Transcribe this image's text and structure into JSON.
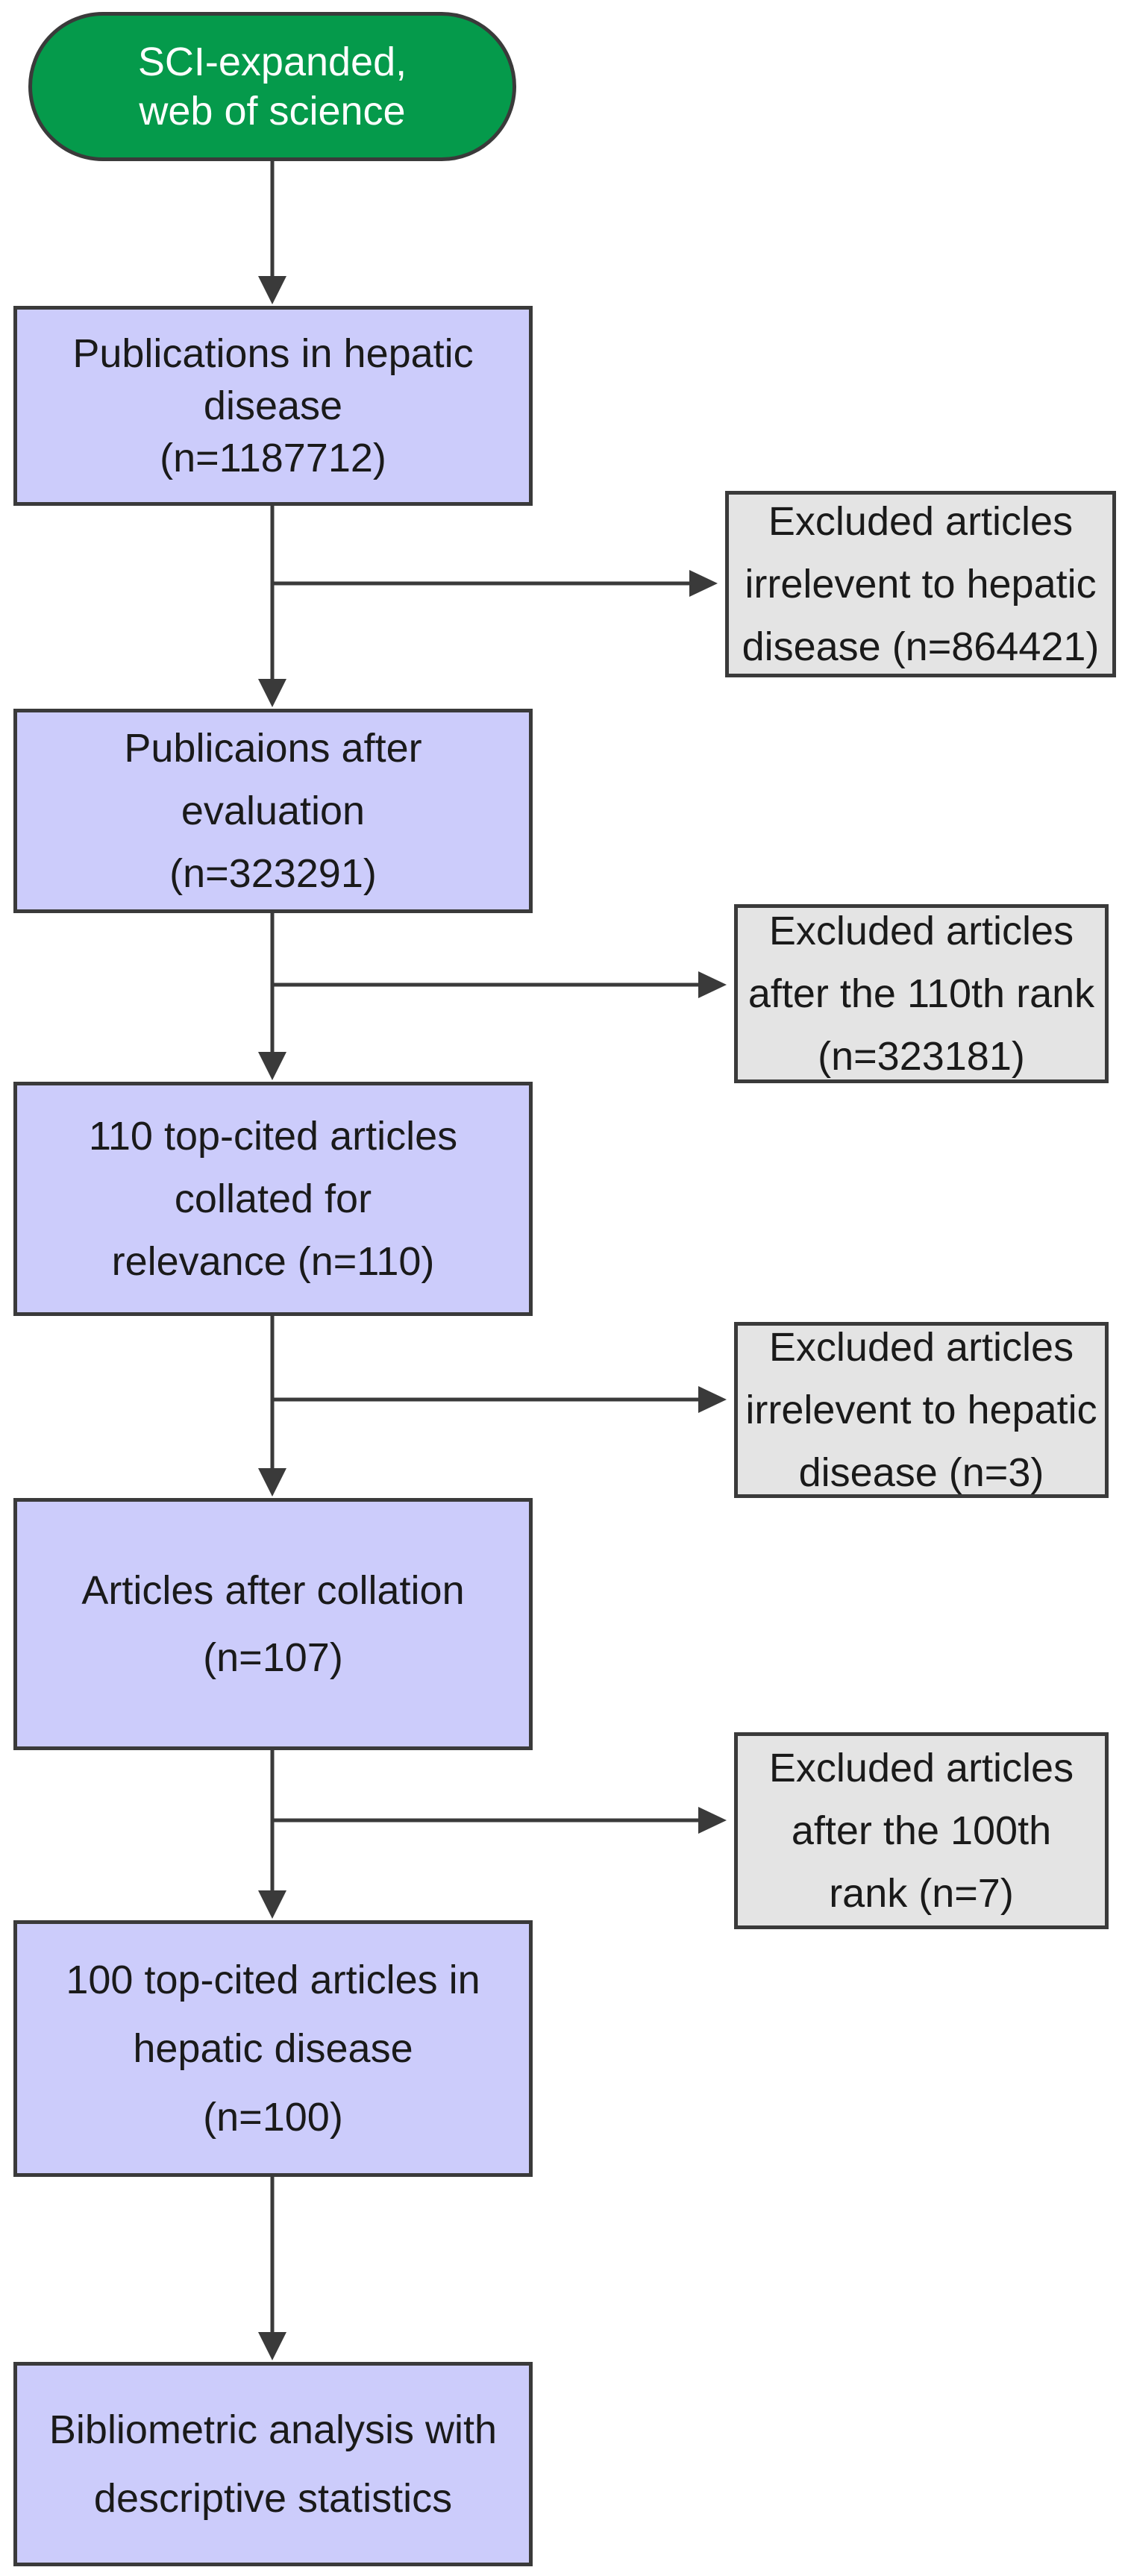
{
  "start": {
    "lines": [
      "SCI-expanded,",
      "web of science"
    ]
  },
  "steps": [
    {
      "lines": [
        "Publications in hepatic",
        "disease",
        "(n=1187712)"
      ]
    },
    {
      "lines": [
        "Publicaions after",
        "evaluation",
        "(n=323291)"
      ]
    },
    {
      "lines": [
        "110 top-cited articles",
        "collated for",
        "relevance (n=110)"
      ]
    },
    {
      "lines": [
        "Articles after collation",
        "(n=107)"
      ]
    },
    {
      "lines": [
        "100 top-cited articles in",
        "hepatic disease",
        "(n=100)"
      ]
    },
    {
      "lines": [
        "Bibliometric analysis with",
        "descriptive statistics"
      ]
    }
  ],
  "exclusions": [
    {
      "lines": [
        "Excluded articles",
        "irrelevent to hepatic",
        "disease (n=864421)"
      ]
    },
    {
      "lines": [
        "Excluded articles",
        "after the 110th rank",
        "(n=323181)"
      ]
    },
    {
      "lines": [
        "Excluded articles",
        "irrelevent to hepatic",
        "disease (n=3)"
      ]
    },
    {
      "lines": [
        "Excluded articles",
        "after the 100th",
        "rank (n=7)"
      ]
    }
  ],
  "colors": {
    "start_fill": "#059a4b",
    "step_fill": "#ccccfb",
    "exclusion_fill": "#e4e4e4",
    "stroke": "#3a3a3a"
  }
}
